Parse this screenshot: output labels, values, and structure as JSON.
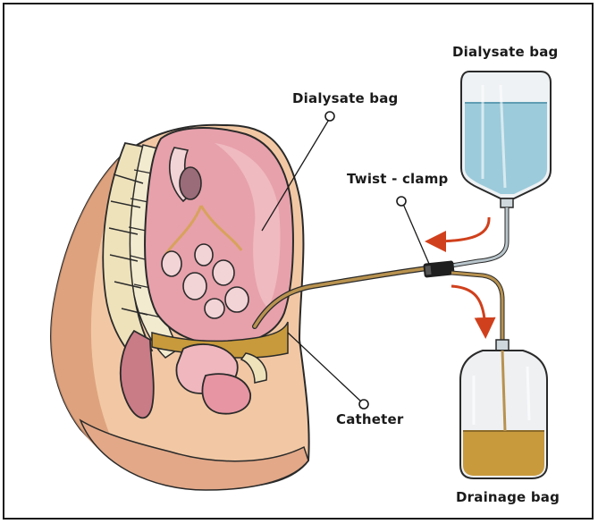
{
  "labels": {
    "dialysate_bag_top": "Dialysate bag",
    "dialysate_bag_body": "Dialysate bag",
    "twist_clamp": "Twist - clamp",
    "catheter": "Catheter",
    "drainage_bag": "Drainage bag"
  },
  "colors": {
    "border": "#1a1a1a",
    "skin": "#f2c8a4",
    "skin_dark": "#d89a74",
    "abdomen": "#e7a1ab",
    "spine": "#eee2bb",
    "dialysate_fluid": "#9ccbdb",
    "drainage_fluid": "#c89a3c",
    "tube": "#b8924f",
    "arrow": "#d0401c",
    "clamp": "#1f1f1f"
  }
}
